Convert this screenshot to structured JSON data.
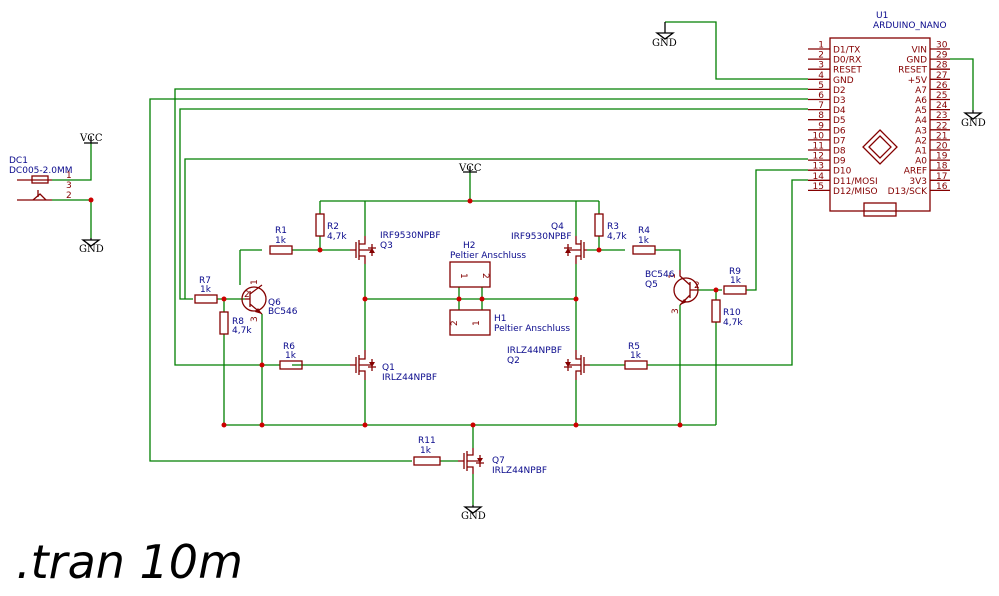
{
  "directive": ".tran 10m",
  "power": {
    "vcc": "VCC",
    "gnd": "GND"
  },
  "u1": {
    "ref": "U1",
    "value": "ARDUINO_NANO",
    "left_pins": [
      {
        "num": "1",
        "name": "D1/TX"
      },
      {
        "num": "2",
        "name": "D0/RX"
      },
      {
        "num": "3",
        "name": "RESET"
      },
      {
        "num": "4",
        "name": "GND"
      },
      {
        "num": "5",
        "name": "D2"
      },
      {
        "num": "6",
        "name": "D3"
      },
      {
        "num": "7",
        "name": "D4"
      },
      {
        "num": "8",
        "name": "D5"
      },
      {
        "num": "9",
        "name": "D6"
      },
      {
        "num": "10",
        "name": "D7"
      },
      {
        "num": "11",
        "name": "D8"
      },
      {
        "num": "12",
        "name": "D9"
      },
      {
        "num": "13",
        "name": "D10"
      },
      {
        "num": "14",
        "name": "D11/MOSI"
      },
      {
        "num": "15",
        "name": "D12/MISO"
      }
    ],
    "right_pins": [
      {
        "num": "30",
        "name": "VIN"
      },
      {
        "num": "29",
        "name": "GND"
      },
      {
        "num": "28",
        "name": "RESET"
      },
      {
        "num": "27",
        "name": "+5V"
      },
      {
        "num": "26",
        "name": "A7"
      },
      {
        "num": "25",
        "name": "A6"
      },
      {
        "num": "24",
        "name": "A5"
      },
      {
        "num": "23",
        "name": "A4"
      },
      {
        "num": "22",
        "name": "A3"
      },
      {
        "num": "21",
        "name": "A2"
      },
      {
        "num": "20",
        "name": "A1"
      },
      {
        "num": "19",
        "name": "A0"
      },
      {
        "num": "18",
        "name": "AREF"
      },
      {
        "num": "17",
        "name": "3V3"
      },
      {
        "num": "16",
        "name": "D13/SCK"
      }
    ]
  },
  "dc1": {
    "ref": "DC1",
    "value": "DC005-2.0MM",
    "pin3": "3",
    "pin2": "2",
    "pin1": "1"
  },
  "h2": {
    "ref": "H2",
    "value": "Peltier Anschluss",
    "pin1": "1",
    "pin2": "2"
  },
  "h1": {
    "ref": "H1",
    "value": "Peltier Anschluss",
    "pin1": "1",
    "pin2": "2"
  },
  "mosfets": {
    "q1": {
      "ref": "Q1",
      "value": "IRLZ44NPBF"
    },
    "q2": {
      "ref": "Q2",
      "value": "IRLZ44NPBF"
    },
    "q3": {
      "ref": "Q3",
      "value": "IRF9530NPBF"
    },
    "q4": {
      "ref": "Q4",
      "value": "IRF9530NPBF"
    },
    "q7": {
      "ref": "Q7",
      "value": "IRLZ44NPBF"
    }
  },
  "bjts": {
    "q5": {
      "ref": "Q5",
      "value": "BC546",
      "pin1": "1",
      "pin2": "2",
      "pin3": "3"
    },
    "q6": {
      "ref": "Q6",
      "value": "BC546",
      "pin1": "1",
      "pin2": "2",
      "pin3": "3"
    }
  },
  "resistors": {
    "r1": {
      "ref": "R1",
      "value": "1k"
    },
    "r2": {
      "ref": "R2",
      "value": "4,7k"
    },
    "r3": {
      "ref": "R3",
      "value": "4,7k"
    },
    "r4": {
      "ref": "R4",
      "value": "1k"
    },
    "r5": {
      "ref": "R5",
      "value": "1k"
    },
    "r6": {
      "ref": "R6",
      "value": "1k"
    },
    "r7": {
      "ref": "R7",
      "value": "1k"
    },
    "r8": {
      "ref": "R8",
      "value": "4,7k"
    },
    "r9": {
      "ref": "R9",
      "value": "1k"
    },
    "r10": {
      "ref": "R10",
      "value": "4,7k"
    },
    "r11": {
      "ref": "R11",
      "value": "1k"
    }
  },
  "colors": {
    "wire": "#007f00",
    "component": "#840000",
    "label": "#0a0a8c",
    "junction": "#cc0000"
  }
}
